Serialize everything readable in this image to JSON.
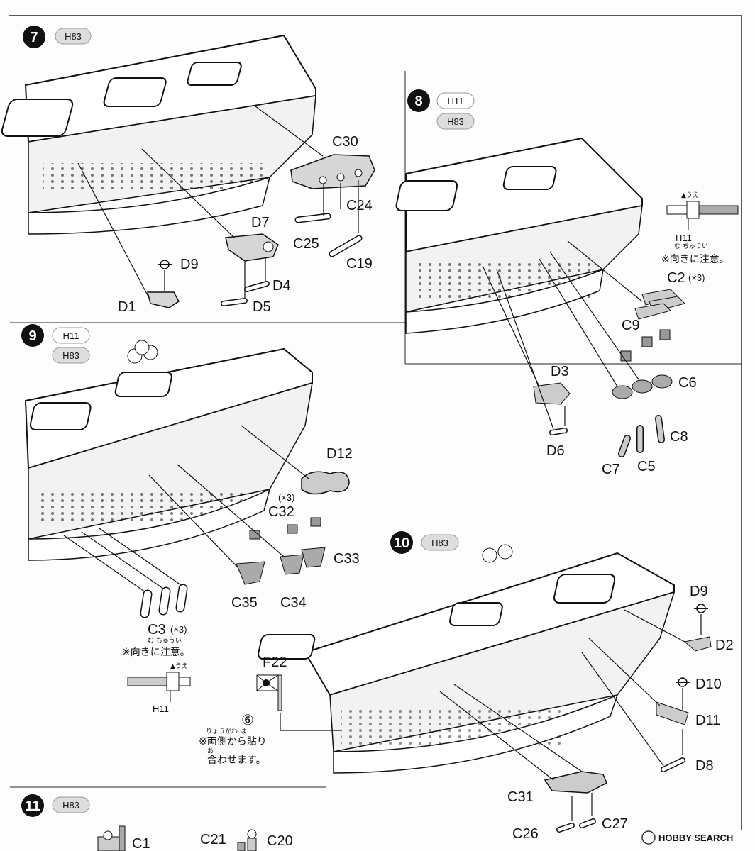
{
  "steps": [
    {
      "number": "7",
      "badges": [
        "H83"
      ]
    },
    {
      "number": "8",
      "badges": [
        "H11",
        "H83"
      ]
    },
    {
      "number": "9",
      "badges": [
        "H11",
        "H83"
      ]
    },
    {
      "number": "10",
      "badges": [
        "H83"
      ]
    },
    {
      "number": "11",
      "badges": [
        "H83"
      ]
    }
  ],
  "parts": {
    "step7": [
      "C30",
      "C24",
      "D7",
      "C25",
      "C19",
      "D9",
      "D4",
      "D1",
      "D5"
    ],
    "step8": [
      "C2",
      "C9",
      "D3",
      "C6",
      "C8",
      "D6",
      "C7",
      "C5"
    ],
    "step9": [
      "D12",
      "C32",
      "C33",
      "C35",
      "C34",
      "C3"
    ],
    "step10": [
      "D9",
      "D2",
      "F22",
      "D10",
      "D11",
      "D8",
      "C31",
      "C26",
      "C27"
    ],
    "step11": [
      "C1",
      "C21",
      "C20"
    ]
  },
  "counts": {
    "c2": "(×3)",
    "c32": "(×3)",
    "c3": "(×3)"
  },
  "notes": {
    "orientation_note": "※向きに注意。",
    "ue": "▲うえ",
    "h11_label": "H11",
    "orientation_ruby": "む      ちゅうい",
    "decal_number": "⑥",
    "glue_note_line1": "※両側から貼り",
    "glue_note_line2": "合わせます。",
    "glue_ruby1": "りょうがわ      は",
    "glue_ruby2": "あ"
  },
  "watermark": "HOBBY SEARCH"
}
